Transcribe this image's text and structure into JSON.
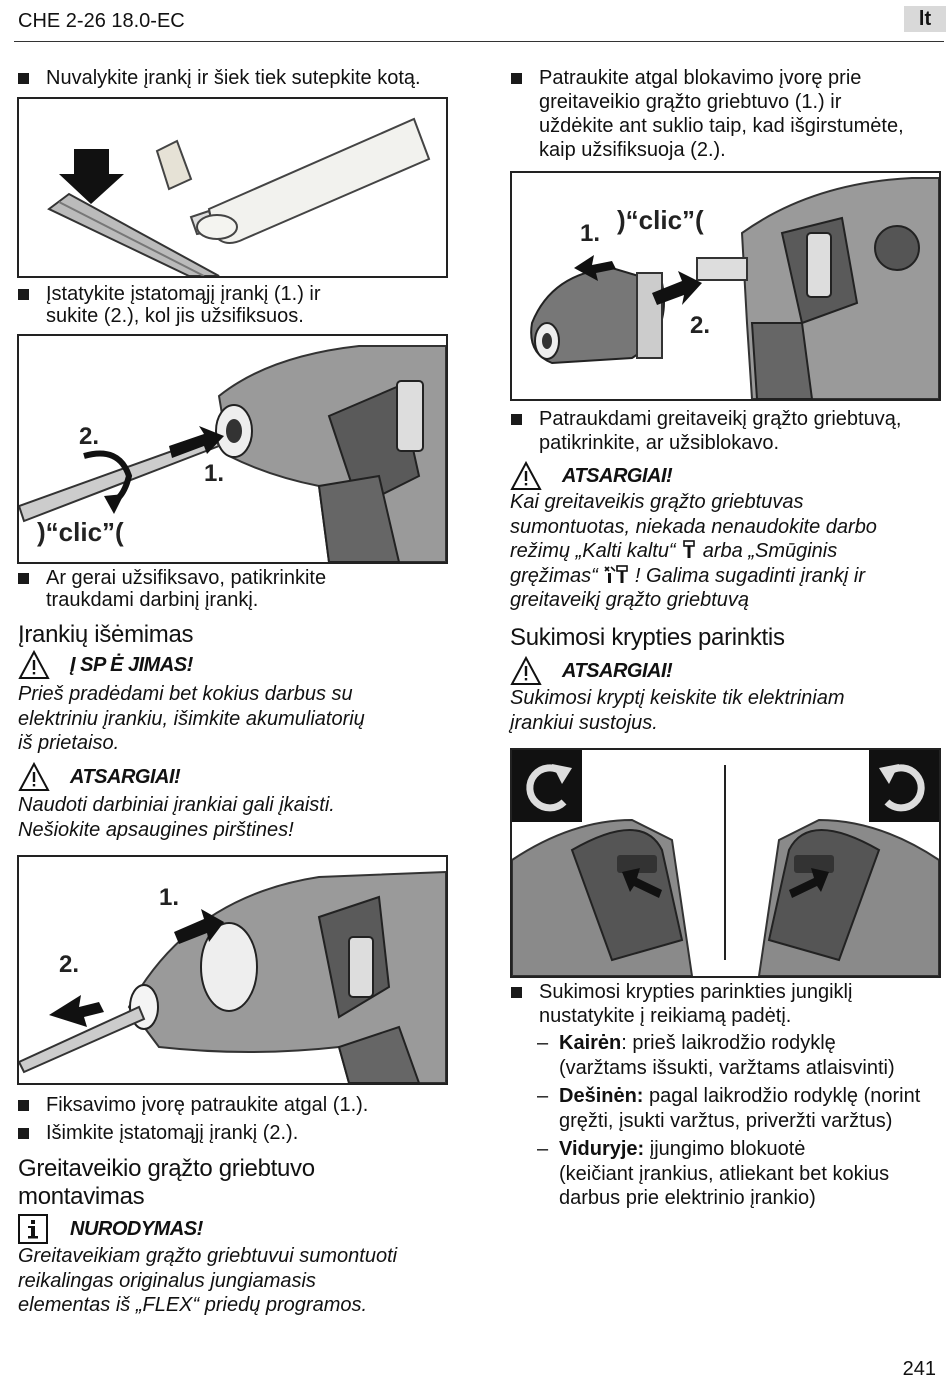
{
  "header": {
    "title": "CHE 2-26 18.0-EC",
    "lang": "lt"
  },
  "left": {
    "b1": "Nuvalykite įrankį ir šiek tiek sutepkite kotą.",
    "b2_l1": "Įstatykite įstatomąjį įrankį (1.) ir",
    "b2_l2": "sukite (2.), kol jis užsifiksuos.",
    "fig2_label1": "1.",
    "fig2_label2": "2.",
    "fig2_clic": ")“clic”(",
    "b3_l1": "Ar gerai užsifiksavo, patikrinkite",
    "b3_l2": "traukdami darbinį įrankį.",
    "h_remove": "Įrankių išėmimas",
    "warn1_label": "Į SP Ė JIMAS!",
    "warn1_l1": "Prieš pradėdami bet kokius darbus su",
    "warn1_l2": "elektriniu įrankiu, išimkite akumuliatorių",
    "warn1_l3": "iš prietaiso.",
    "warn2_label": "ATSARGIAI!",
    "warn2_l1": "Naudoti darbiniai įrankiai gali įkaisti.",
    "warn2_l2": "Nešiokite apsaugines pirštines!",
    "fig3_label1": "1.",
    "fig3_label2": "2.",
    "b4": "Fiksavimo įvorę patraukite atgal (1.).",
    "b5": "Išimkite įstatomąjį įrankį (2.).",
    "h_chuck_l1": "Greitaveikio grąžto griebtuvo",
    "h_chuck_l2": "montavimas",
    "note_label": "NURODYMAS!",
    "note_l1": "Greitaveikiam grąžto griebtuvui sumontuoti",
    "note_l2": "reikalingas originalus jungiamasis",
    "note_l3": "elementas iš „FLEX“ priedų programos."
  },
  "right": {
    "b1_l1": "Patraukite atgal blokavimo įvorę prie",
    "b1_l2": "greitaveikio grąžto griebtuvo (1.) ir",
    "b1_l3": "uždėkite ant suklio taip, kad išgirstumėte,",
    "b1_l4": "kaip užsifiksuoja (2.).",
    "fig1_label1": "1.",
    "fig1_label2": "2.",
    "fig1_clic": ")“clic”(",
    "b2_l1": "Patraukdami greitaveikį grąžto griebtuvą,",
    "b2_l2": "patikrinkite, ar užsiblokavo.",
    "warn1_label": "ATSARGIAI!",
    "warn1_l1": "Kai greitaveikis grąžto griebtuvas",
    "warn1_l2": "sumontuotas, niekada nenaudokite darbo",
    "warn1_l3a": "režimų „Kalti kaltu“",
    "warn1_l3b": "arba „Smūginis",
    "warn1_l4a": "gręžimas“",
    "warn1_l4b": "! Galima sugadinti įrankį ir",
    "warn1_l5": "greitaveikį grąžto griebtuvą",
    "h_rotation": "Sukimosi krypties parinktis",
    "warn2_label": "ATSARGIAI!",
    "warn2_l1": "Sukimosi kryptį keiskite tik elektriniam",
    "warn2_l2": "įrankiui sustojus.",
    "b3_l1": "Sukimosi krypties parinkties jungiklį",
    "b3_l2": "nustatykite į reikiamą padėtį.",
    "d1_bold": "Kairėn",
    "d1_rest": ": prieš laikrodžio rodyklę",
    "d1_l2": "(varžtams išsukti, varžtams atlaisvinti)",
    "d2_bold": "Dešinėn:",
    "d2_rest": " pagal laikrodžio rodyklę (norint",
    "d2_l2": "gręžti, įsukti varžtus, priveržti varžtus)",
    "d3_bold": "Viduryje:",
    "d3_rest": " įjungimo blokuotė",
    "d3_l2": "(keičiant įrankius, atliekant bet kokius",
    "d3_l3": "darbus prie elektrinio įrankio)"
  },
  "page_number": "241"
}
